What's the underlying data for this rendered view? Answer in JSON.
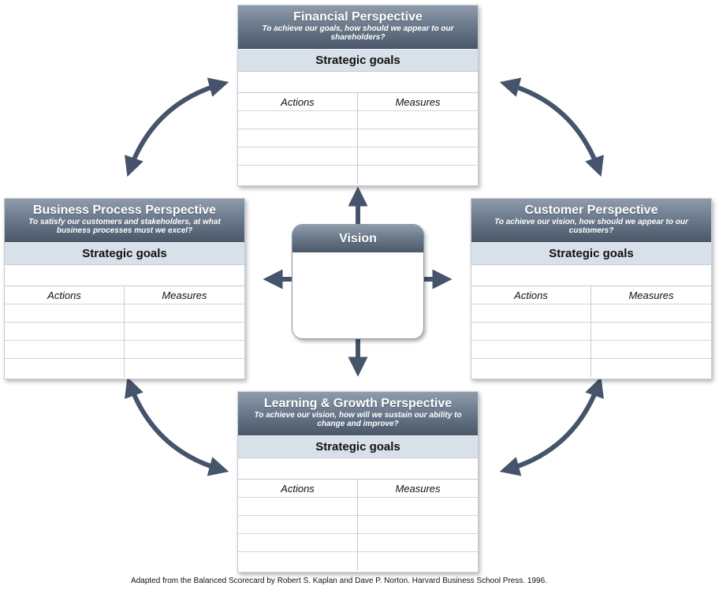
{
  "perspectives": {
    "financial": {
      "title": "Financial Perspective",
      "subtitle": "To achieve our goals, how should we appear to our shareholders?",
      "goals_label": "Strategic goals",
      "actions_label": "Actions",
      "measures_label": "Measures"
    },
    "business": {
      "title": "Business Process Perspective",
      "subtitle": "To satisfy our customers and stakeholders, at what business processes must we excel?",
      "goals_label": "Strategic goals",
      "actions_label": "Actions",
      "measures_label": "Measures"
    },
    "customer": {
      "title": "Customer Perspective",
      "subtitle": "To achieve our vision, how should we appear to our customers?",
      "goals_label": "Strategic goals",
      "actions_label": "Actions",
      "measures_label": "Measures"
    },
    "learning": {
      "title": "Learning & Growth Perspective",
      "subtitle": "To achieve our vision, how will we sustain our ability to change and improve?",
      "goals_label": "Strategic goals",
      "actions_label": "Actions",
      "measures_label": "Measures"
    }
  },
  "vision": {
    "title": "Vision"
  },
  "footer": "Adapted from the Balanced Scorecard by Robert S. Kaplan and Dave P. Norton. Harvard Business School Press. 1996.",
  "colors": {
    "header_dark": "#4a5869",
    "header_light": "#8e9cab",
    "goals_band": "#d8e0ea",
    "arrow": "#45546a",
    "border": "#c4ccd4"
  }
}
